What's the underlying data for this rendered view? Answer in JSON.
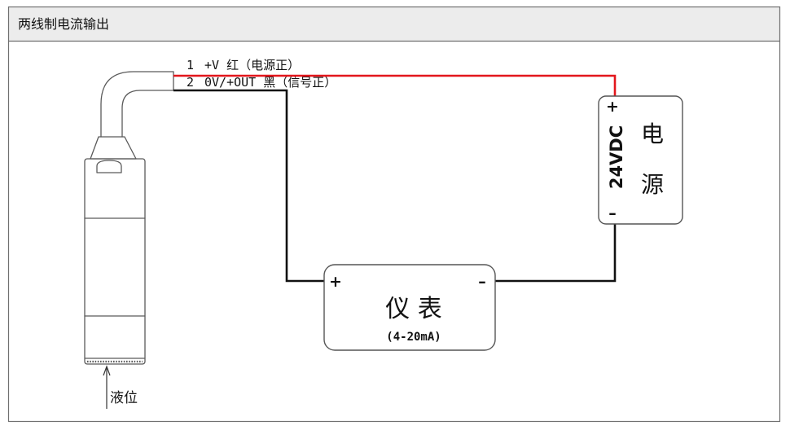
{
  "header": {
    "title": "两线制电流输出"
  },
  "cable": {
    "wire_1": {
      "number": "1",
      "label": "+V 红（电源正）"
    },
    "wire_2": {
      "number": "2",
      "label": "0V/+OUT 黑（信号正）"
    }
  },
  "power_supply": {
    "plus": "+",
    "minus": "–",
    "voltage": "24VDC",
    "name_char_1": "电",
    "name_char_2": "源"
  },
  "meter": {
    "plus": "+",
    "minus": "–",
    "name": "仪 表",
    "range": "(4-20mA)"
  },
  "sensor": {
    "level_label": "液位"
  },
  "colors": {
    "header_bg": "#ececec",
    "frame": "#707070",
    "red_wire": "#e3161c",
    "black_wire": "#111111",
    "outline": "#5a5a5a"
  }
}
